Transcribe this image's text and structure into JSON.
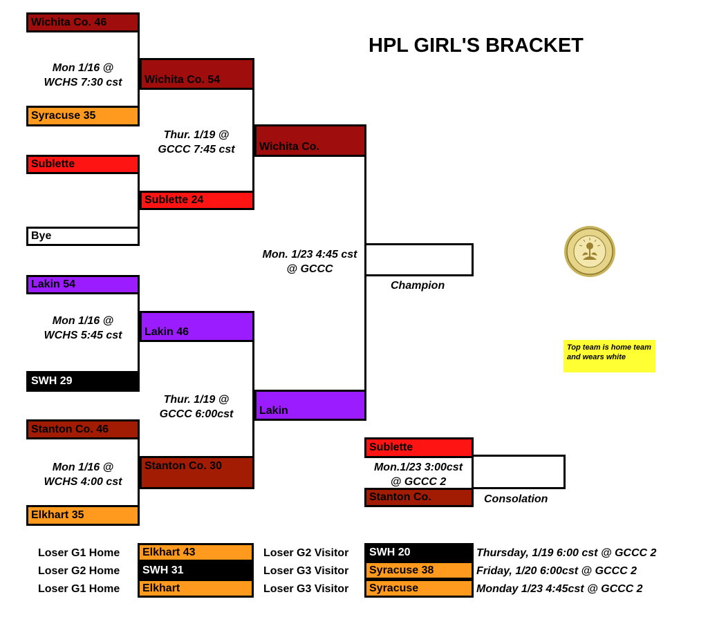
{
  "title": "HPL GIRL'S BRACKET",
  "colors": {
    "maroon": "#a00d0d",
    "red": "#ff1414",
    "orange": "#ff9a1e",
    "purple": "#9b1dff",
    "black": "#000000",
    "white": "#ffffff",
    "brick": "#a21c04",
    "note_yellow": "#ffff33"
  },
  "round1": {
    "wichita": "Wichita Co. 46",
    "syracuse": "Syracuse 35",
    "sublette": "Sublette",
    "bye": "Bye",
    "lakin": "Lakin 54",
    "swh": "SWH 29",
    "stanton": "Stanton Co.  46",
    "elkhart": "Elkhart 35"
  },
  "round2": {
    "wichita": "Wichita Co. 54",
    "sublette": "Sublette 24",
    "lakin": "Lakin 46",
    "stanton": "Stanton Co. 30"
  },
  "round3": {
    "wichita": "Wichita Co.",
    "lakin": "Lakin"
  },
  "consolation": {
    "sublette": "Sublette",
    "stanton": "Stanton Co.",
    "game_line1": "Mon.1/23 3:00cst",
    "game_line2": "@ GCCC 2",
    "label": "Consolation"
  },
  "champion": {
    "label": "Champion",
    "team": ""
  },
  "games": {
    "g1_line1": "Mon 1/16  @",
    "g1_line2": "WCHS 7:30 cst",
    "g2_line1": "Mon 1/16  @",
    "g2_line2": "WCHS 5:45 cst",
    "g3_line1": "Mon 1/16  @",
    "g3_line2": "WCHS 4:00 cst",
    "semi1_line1": "Thur. 1/19  @",
    "semi1_line2": "GCCC 7:45 cst",
    "semi2_line1": "Thur. 1/19  @",
    "semi2_line2": "GCCC 6:00cst",
    "final_line1": "Mon. 1/23 4:45 cst",
    "final_line2": "@ GCCC"
  },
  "note": "Top team is home team and wears white",
  "losers": [
    {
      "home_label": "Loser G1 Home",
      "home_team": "Elkhart 43",
      "home_color": "#ff9a1e",
      "home_text": "#000000",
      "visitor_label": "Loser G2 Visitor",
      "visitor_team": "SWH 20",
      "visitor_color": "#000000",
      "visitor_text": "#ffffff",
      "date": "Thursday, 1/19 6:00 cst @ GCCC 2"
    },
    {
      "home_label": "Loser G2 Home",
      "home_team": "SWH 31",
      "home_color": "#000000",
      "home_text": "#ffffff",
      "visitor_label": "Loser G3 Visitor",
      "visitor_team": "Syracuse 38",
      "visitor_color": "#ff9a1e",
      "visitor_text": "#000000",
      "date": "Friday, 1/20 6:00cst @ GCCC 2"
    },
    {
      "home_label": "Loser G1 Home",
      "home_team": "Elkhart",
      "home_color": "#ff9a1e",
      "home_text": "#000000",
      "visitor_label": "Loser G3 Visitor",
      "visitor_team": "Syracuse",
      "visitor_color": "#ff9a1e",
      "visitor_text": "#000000",
      "date": "Monday 1/23 4:45cst @ GCCC 2"
    }
  ]
}
